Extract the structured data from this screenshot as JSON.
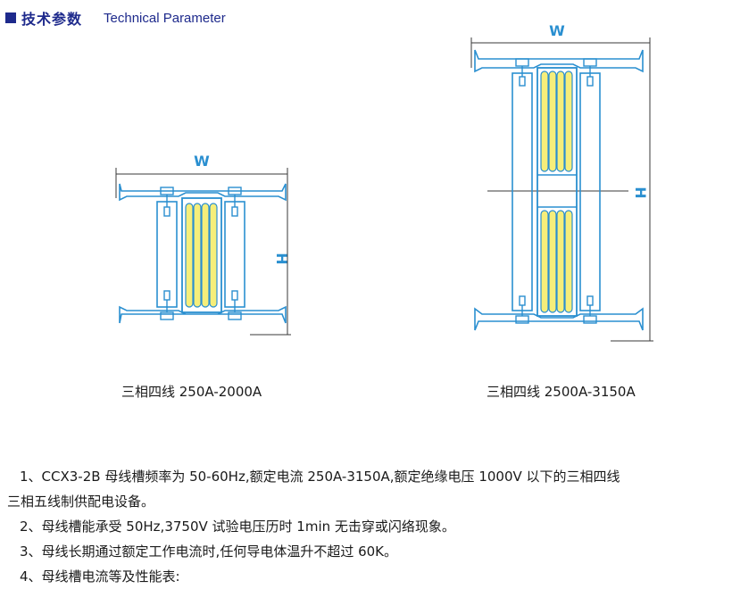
{
  "header": {
    "title_cn": "技术参数",
    "title_en": "Technical Parameter"
  },
  "diagrams": {
    "small": {
      "width_label": "W",
      "height_label": "H",
      "caption": "三相四线 250A-2000A"
    },
    "large": {
      "width_label": "W",
      "height_label": "H",
      "caption": "三相四线 2500A-3150A"
    }
  },
  "notes": {
    "item1_line1": "1、CCX3-2B 母线槽频率为 50-60Hz,额定电流 250A-3150A,额定绝缘电压 1000V 以下的三相四线",
    "item1_line2": "三相五线制供配电设备。",
    "item2": "2、母线槽能承受 50Hz,3750V 试验电压历时 1min 无击穿或闪络现象。",
    "item3": "3、母线长期通过额定工作电流时,任何导电体温升不超过 60K。",
    "item4": "4、母线槽电流等及性能表:"
  },
  "colors": {
    "blue_line": "#2a8fd0",
    "conductor_yellow": "#f6ee7a",
    "header_blue": "#1e2a8c",
    "dim_line": "#3a3a3a"
  }
}
